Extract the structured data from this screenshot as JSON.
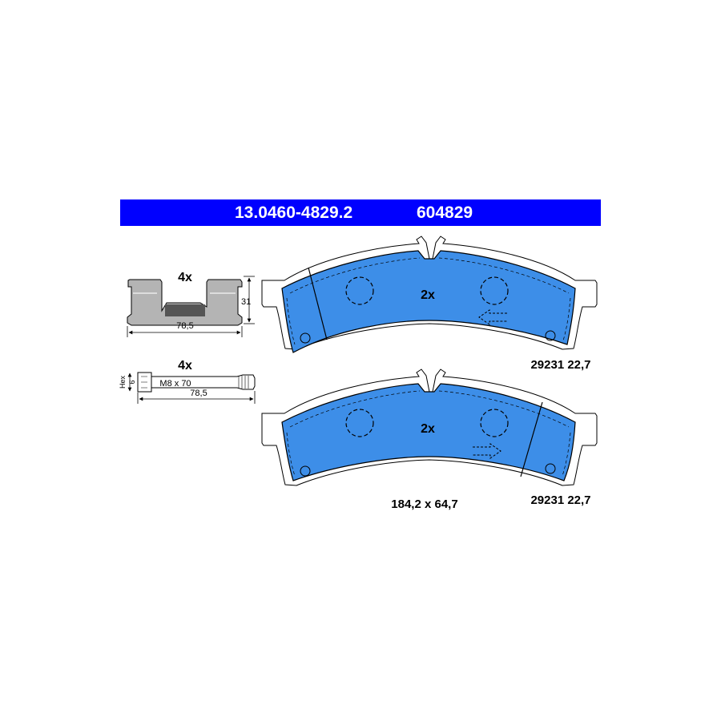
{
  "header": {
    "part_number": "13.0460-4829.2",
    "ref_number": "604829"
  },
  "clip": {
    "quantity": "4x",
    "width": "78,5",
    "height": "31"
  },
  "bolt": {
    "quantity": "4x",
    "thread": "M8 x 70",
    "length": "78,5",
    "hex_label": "Hex",
    "hex_size": "6"
  },
  "pads": {
    "top": {
      "quantity": "2x",
      "code": "29231 22,7"
    },
    "bottom": {
      "quantity": "2x",
      "code": "29231 22,7",
      "dimensions": "184,2 x 64,7"
    }
  },
  "colors": {
    "banner": "#0000ff",
    "pad_fill": "#3d8ee8",
    "clip_fill": "#b4b4b4",
    "line": "#000000"
  }
}
